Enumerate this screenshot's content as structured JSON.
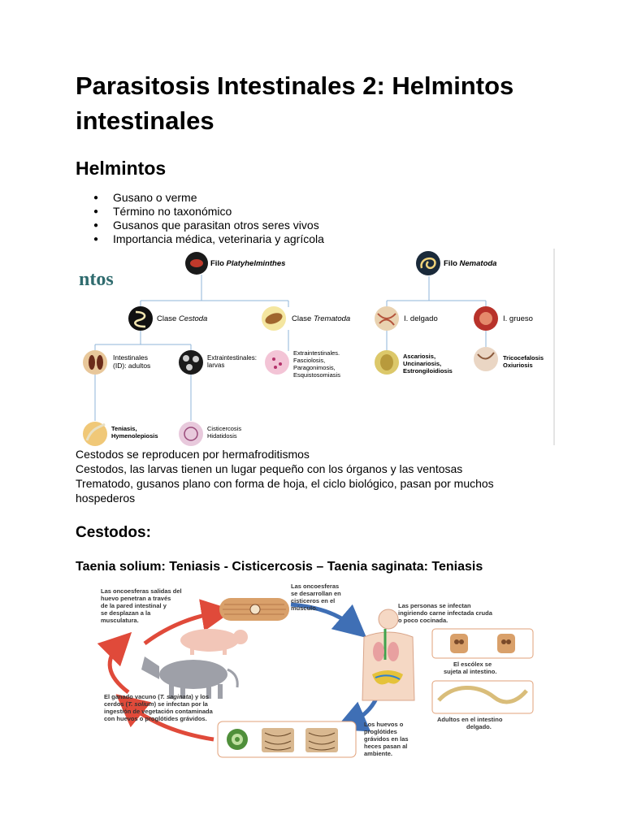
{
  "document": {
    "title": "Parasitosis Intestinales  2: Helmintos intestinales",
    "section_heading": "Helmintos",
    "bullets": [
      "Gusano o verme",
      "Término no taxonómico",
      "Gusanos que parasitan otros seres vivos",
      "Importancia médica, veterinaria y agrícola"
    ],
    "paragraph_lines": [
      "Cestodos se reproducen por hermafroditismos",
      "Cestodos, las larvas tienen un lugar pequeño con los órganos y las ventosas",
      "Trematodo, gusanos plano con forma de hoja, el ciclo biológico, pasan por muchos hospederos"
    ],
    "cestodos_heading": "Cestodos:",
    "taenia_heading": "Taenia solium: Teniasis - Cisticercosis – Taenia saginata: Teniasis"
  },
  "tree": {
    "watermark": "ntos",
    "filo_platy_prefix": "Filo ",
    "filo_platy_name": "Platyhelminthes",
    "filo_nema_prefix": "Filo ",
    "filo_nema_name": "Nematoda",
    "clase_cestoda_prefix": "Clase ",
    "clase_cestoda_name": "Cestoda",
    "clase_trematoda_prefix": "Clase ",
    "clase_trematoda_name": "Trematoda",
    "i_delgado": "I. delgado",
    "i_grueso": "I. grueso",
    "intestinales_1": "Intestinales",
    "intestinales_2": "(ID): adultos",
    "extraint_1": "Extraintestinales:",
    "extraint_2": "larvas",
    "trema_1": "Extraintestinales.",
    "trema_2": "Fasciolosis,",
    "trema_3": "Paragonimosis,",
    "trema_4": "Esquistosomiasis",
    "delgado_1": "Ascariosis,",
    "delgado_2": "Uncinariosis,",
    "delgado_3": "Estrongiloidiosis",
    "grueso_1": "Tricocefalosis",
    "grueso_2": "Oxiuriosis",
    "teniasis_1": "Teniasis,",
    "teniasis_2": "Hymenolepiosis",
    "cisti_1": "Cisticercosis",
    "cisti_2": "Hidatidosis"
  },
  "cycle": {
    "t1": [
      "Las oncoesferas salidas del",
      "huevo penetran  a través",
      "de la pared intestinal y",
      "se desplazan a la",
      "musculatura."
    ],
    "t2": [
      "Las oncoesferas",
      "se desarrollan en",
      "cisticeros en el",
      "músculo."
    ],
    "t3": [
      "Las personas se infectan",
      "ingiriendo carne infectada cruda",
      "o poco cocinada."
    ],
    "t4": [
      "El escólex se",
      "sujeta al intestino."
    ],
    "t5": [
      "Adultos en el intestino",
      "delgado."
    ],
    "t6": [
      "Los huevos o",
      "proglótides",
      "grávidos en las",
      "heces pasan al",
      "ambiente."
    ],
    "t7a": "El ganado vacuno (",
    "t7a_i": "T. saginata",
    "t7a_b": ") y los",
    "t7b": "cerdos (",
    "t7b_i": "T. solium",
    "t7b_b": ") se infectan por la",
    "t7c": "ingestión de vegetación contaminada",
    "t7d": "con huevos o proglótides grávidos.",
    "colors": {
      "red_arrow": "#e04a3a",
      "blue_arrow": "#3f6fb5",
      "box_border": "#e2a27a"
    }
  }
}
